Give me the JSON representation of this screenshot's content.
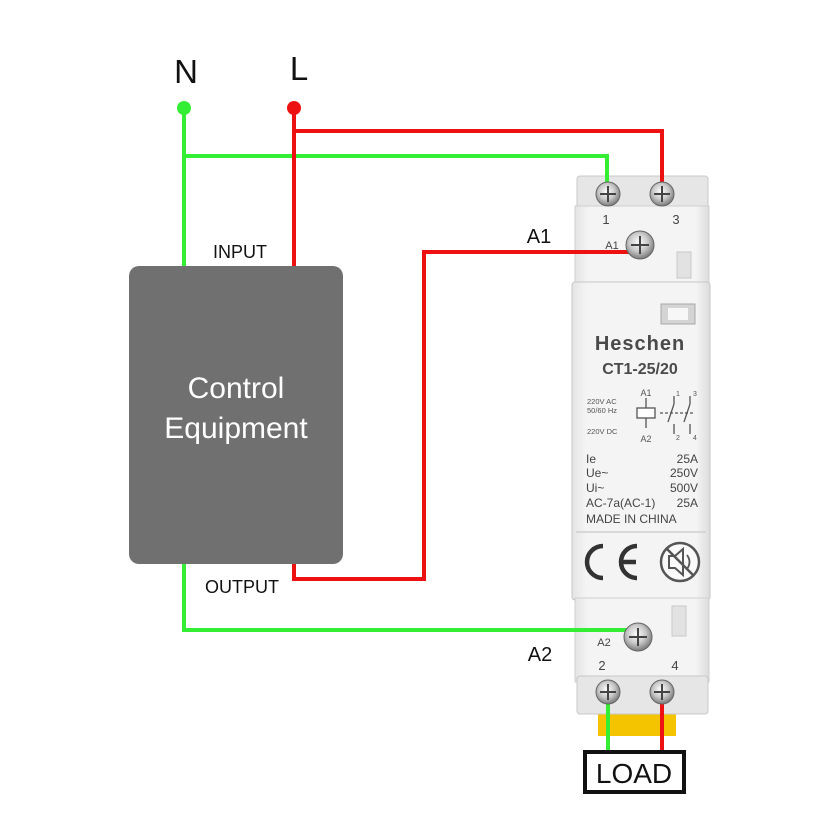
{
  "terminals": {
    "neutral": "N",
    "line": "L"
  },
  "control_box": {
    "line1": "Control",
    "line2": "Equipment",
    "input_label": "INPUT",
    "output_label": "OUTPUT"
  },
  "wire_labels": {
    "a1": "A1",
    "a2": "A2"
  },
  "contactor": {
    "brand": "Heschen",
    "model": "CT1-25/20",
    "top_terminals": [
      "1",
      "3"
    ],
    "bottom_terminals": [
      "2",
      "4"
    ],
    "coil_a1": "A1",
    "coil_a2": "A2",
    "coil_voltage_ac": "220V  AC",
    "coil_freq": "50/60 Hz",
    "coil_voltage_dc": "220V  DC",
    "symbol_a1": "A1",
    "symbol_a2": "A2",
    "contact_top_1": "1",
    "contact_top_3": "3",
    "contact_bot_2": "2",
    "contact_bot_4": "4",
    "specs": [
      {
        "name": "Ie",
        "value": "25A"
      },
      {
        "name": "Ue~",
        "value": "250V"
      },
      {
        "name": "Ui~",
        "value": "500V"
      },
      {
        "name": "AC-7a(AC-1)",
        "value": "25A"
      }
    ],
    "origin": "MADE IN CHINA",
    "ce_mark": "CE",
    "silent_icon": "speaker-muted-icon"
  },
  "load": {
    "label": "LOAD"
  },
  "colors": {
    "neutral_wire": "#33ee33",
    "line_wire": "#ee1111",
    "box_fill": "#707070",
    "device_body": "#f0f0f0"
  }
}
